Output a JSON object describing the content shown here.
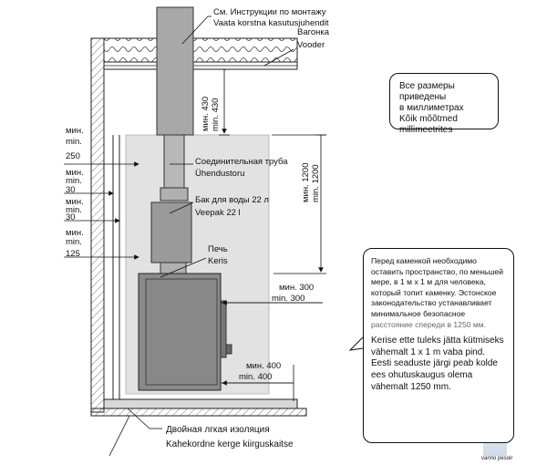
{
  "labels": {
    "chimney": [
      "См. Инструкции по монтажу",
      "Vaata korstna kasutusjuhendit"
    ],
    "cladding": [
      "Вагонка",
      "Vooder"
    ],
    "pipe": [
      "Соединительная труба",
      "Ühendustoru"
    ],
    "tank": [
      "Бак для воды 22 л",
      "Veepak 22 l"
    ],
    "stove": [
      "Печь",
      "Keris"
    ],
    "insulation": [
      "Двойная лгкая изоляция",
      "Kahekordne kerge kiirguskaitse"
    ]
  },
  "dimensions": {
    "d250": [
      "мин.",
      "min.",
      "250"
    ],
    "d30a": [
      "мин.",
      "min.",
      "30"
    ],
    "d30b": [
      "мин.",
      "min.",
      "30"
    ],
    "d125": [
      "мин.",
      "min.",
      "125"
    ],
    "d430": [
      "мин. 430",
      "min. 430"
    ],
    "d1200": [
      "мин. 1200",
      "min. 1200"
    ],
    "d300": [
      "мин. 300",
      "min. 300"
    ],
    "d400": [
      "мин. 400",
      "min. 400"
    ]
  },
  "notes": {
    "units": [
      "Все размеры приведены",
      "в миллиметрах",
      "Kõik mõõtmed",
      "millimeetrites"
    ],
    "front_ru": "Перед каменкой необходимо оставить пространство, по меньшей мере, в 1 м x 1 м для человека, который топит каменку. Эстонское законодательство устанавливает минимальное безопасное",
    "front_ru_end": "расстояние спереди в 1250 мм.",
    "front_et": "Kerise ette tuleks jätta kütmiseks vähemalt 1 x 1 m vaba pind. Eesti seaduste järgi peab kolde ees ohutuskaugus olema vähemalt 1250 mm."
  },
  "watermark": "vanno pesoir",
  "colors": {
    "line": "#111111",
    "panel": "#e2e2e2",
    "stove": "#8a8a8a",
    "tank": "#9a9a9a",
    "pipe": "#b8b8b8",
    "chimney": "#a8a8a8",
    "accent": "#c9d6e6"
  }
}
